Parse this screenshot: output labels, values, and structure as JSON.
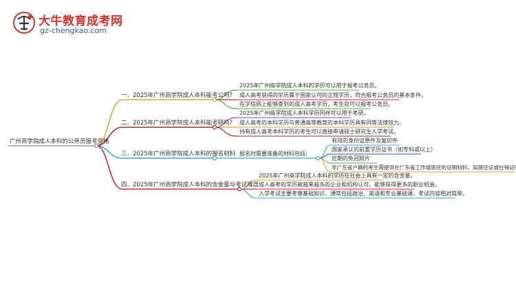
{
  "logo": {
    "brand_name": "大牛教育成考网",
    "url_text": "gz-chengkao.com"
  },
  "mindmap": {
    "root": "广州商学院成人本科的公务员报考资格",
    "branches": [
      {
        "label": "一、2025年广州商学院成人本科能考公吗?",
        "color": "#e8a030",
        "children": [
          "2025年广州商学院成人本科的学历可以用于报考公务员。",
          "成人高考获得的学历属于国家认可的正规学历，符合报考公务员的基本条件。",
          "在学信网上能够查到的成人高考学历，考生就可以报考公务员。"
        ]
      },
      {
        "label": "二、2025年广州商学院成人本科能考研吗?",
        "color": "#8a3a2e",
        "children": [
          "2025年广州商学院成人本科学历同样可以用于考研。",
          "成人高考的本科学历与普通高等教育的本科学历具有同等法律效力。",
          "持有成人高考本科学历的考生可以直接申请硕士研究生入学考试。"
        ]
      },
      {
        "label": "三、2025年广州商学院成人本科的报名材料",
        "color": "#3aa8d8",
        "sub_label": "报名时需要准备的材料包括:",
        "children": [
          "有效的身份证原件及复印件",
          "国家承认的前置学历证书（如专科或以上）",
          "近期的免冠照片",
          "非广东省户籍的考生需提供在广东省工作或居住的证明材料，如居住证或社保证明"
        ]
      },
      {
        "label": "四、2025年广州商学院成人本科的含金量与考试难度",
        "color": "#c8283c",
        "children": [
          "2025年广州商学院成人本科的学历在社会上具有一定的含金量。",
          "成人高考的学历被越来越多的企业和机构认可，能够获得更多的职业机会。",
          "入学考试主要考察基础知识，通常包括政治、英语和专业基础课，考试内容相对简单。"
        ]
      }
    ]
  }
}
